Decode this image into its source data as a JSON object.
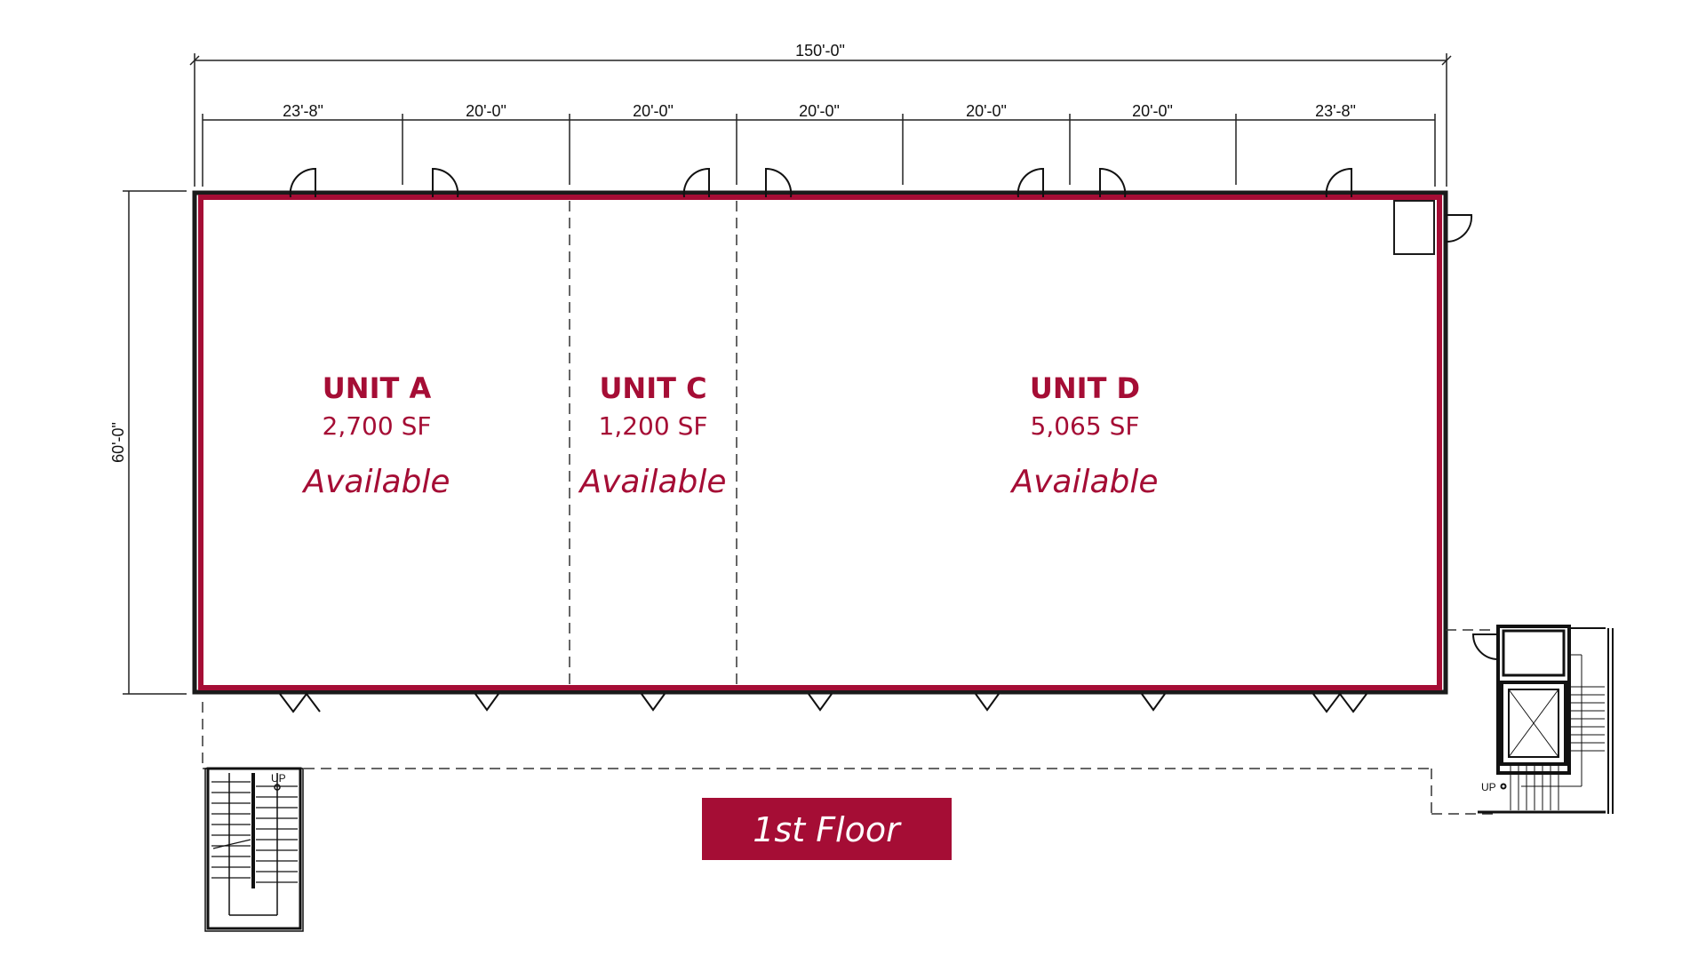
{
  "overall_dimension": "150'-0\"",
  "depth_dimension": "60'-0\"",
  "bay_dimensions": [
    "23'-8\"",
    "20'-0\"",
    "20'-0\"",
    "20'-0\"",
    "20'-0\"",
    "20'-0\"",
    "23'-8\""
  ],
  "units": [
    {
      "name": "UNIT A",
      "area": "2,700 SF",
      "status": "Available"
    },
    {
      "name": "UNIT C",
      "area": "1,200 SF",
      "status": "Available"
    },
    {
      "name": "UNIT D",
      "area": "5,065 SF",
      "status": "Available"
    }
  ],
  "floor_label": "1st Floor",
  "stair_labels": {
    "left": "UP",
    "right": "UP"
  },
  "colors": {
    "accent": "#a50d35",
    "wall": "#1a1a1a"
  }
}
